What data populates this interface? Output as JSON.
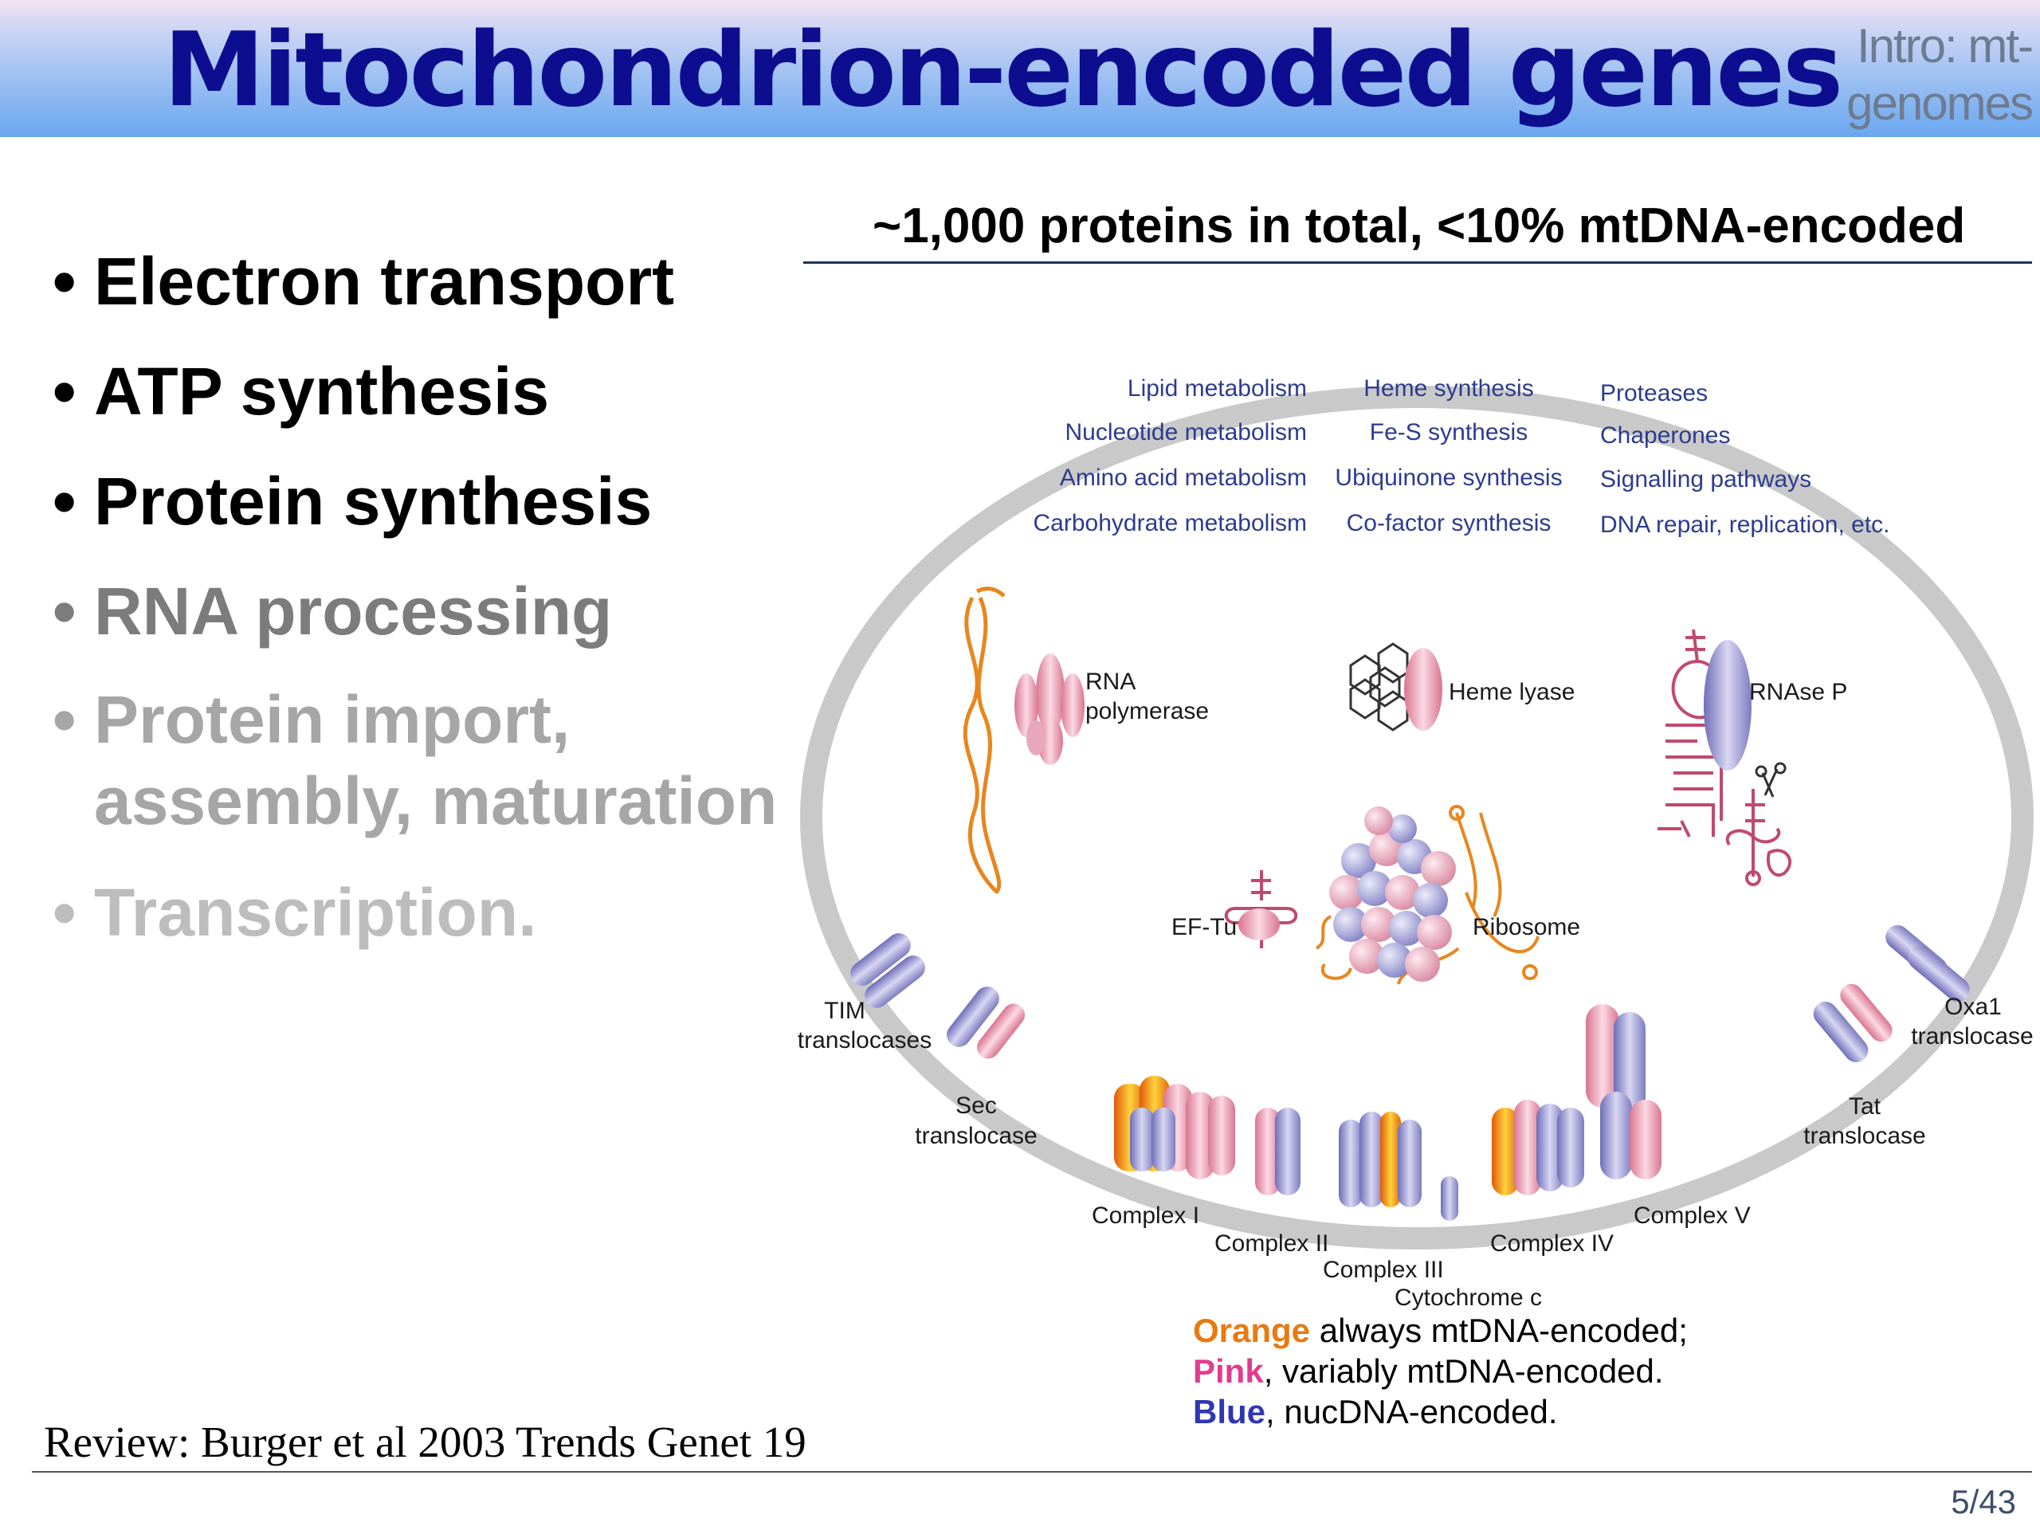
{
  "header": {
    "title": "Mitochondrion-encoded genes",
    "section_label": "Intro: mt-genomes"
  },
  "bullets": [
    {
      "text": "Electron transport",
      "color": "#000000"
    },
    {
      "text": "ATP synthesis",
      "color": "#000000"
    },
    {
      "text": "Protein synthesis",
      "color": "#000000"
    },
    {
      "text": "RNA processing",
      "color": "#7c7c7c"
    },
    {
      "text": "Protein import, assembly,  maturation",
      "color": "#a6a6a6"
    },
    {
      "text": "Transcription.",
      "color": "#bdbdbd"
    }
  ],
  "figure": {
    "caption": "~1,000 proteins in total, <10% mtDNA-encoded",
    "functions": {
      "col1": [
        "Lipid metabolism",
        "Nucleotide metabolism",
        "Amino acid metabolism",
        "Carbohydrate metabolism"
      ],
      "col2": [
        "Heme synthesis",
        "Fe-S synthesis",
        "Ubiquinone synthesis",
        "Co-factor synthesis"
      ],
      "col3": [
        "Proteases",
        "Chaperones",
        "Signalling pathways",
        "DNA repair, replication, etc."
      ]
    },
    "components": {
      "rna_polymerase": "RNA polymerase",
      "heme_lyase": "Heme lyase",
      "rnase_p": "RNAse P",
      "ef_tu": "EF-Tu",
      "ribosome": "Ribosome",
      "tim": "TIM translocases",
      "sec": "Sec translocase",
      "complex1": "Complex I",
      "complex2": "Complex II",
      "complex3": "Complex III",
      "cytochrome_c": "Cytochrome c",
      "complex4": "Complex IV",
      "complex5": "Complex V",
      "tat": "Tat translocase",
      "oxa1": "Oxa1 translocase"
    },
    "legend": [
      {
        "key": "Orange",
        "rest": " always mtDNA-encoded;",
        "color": "#e87a10"
      },
      {
        "key": "Pink",
        "rest": ", variably mtDNA-encoded.",
        "color": "#e23b8f"
      },
      {
        "key": "Blue",
        "rest": ", nucDNA-encoded.",
        "color": "#3136b3"
      }
    ],
    "colors": {
      "orange": "#e87a10",
      "pink": "#e9a3bd",
      "blue": "#9b9ad2",
      "membrane": "#c6c6c6"
    }
  },
  "footer": {
    "reference": "Review: Burger et al 2003 Trends Genet 19",
    "page_number": "5/43"
  }
}
